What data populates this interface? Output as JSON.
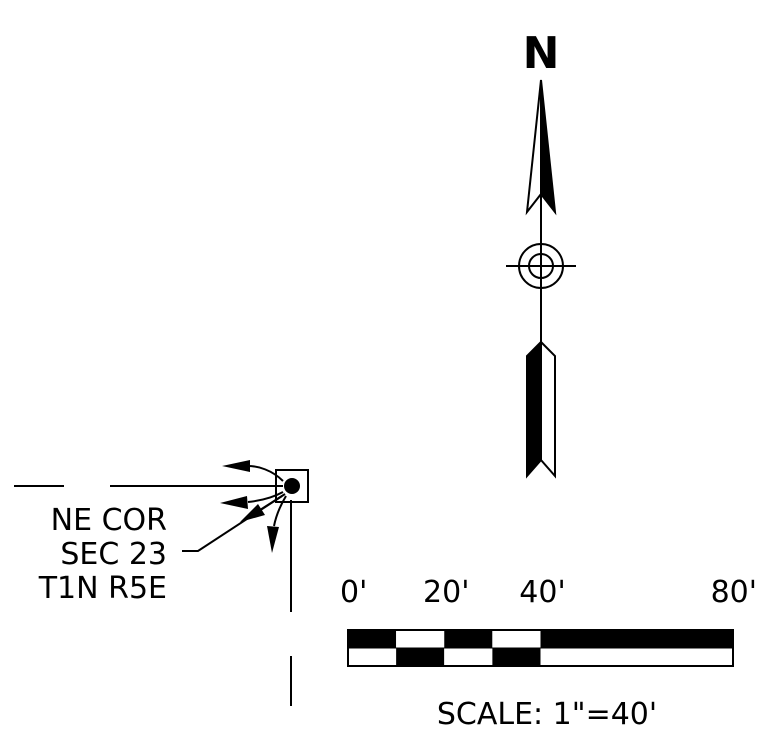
{
  "north_arrow": {
    "label": "N"
  },
  "corner": {
    "lines": [
      "NE COR",
      "SEC 23",
      "T1N R5E"
    ]
  },
  "scale_bar": {
    "ticks": [
      {
        "label": "0'",
        "value": 0
      },
      {
        "label": "20'",
        "value": 20
      },
      {
        "label": "40'",
        "value": 40
      },
      {
        "label": "80'",
        "value": 80
      }
    ],
    "max_feet": 80,
    "caption": "SCALE: 1\"=40'",
    "colors": {
      "ink": "#000000",
      "paper": "#ffffff"
    }
  }
}
